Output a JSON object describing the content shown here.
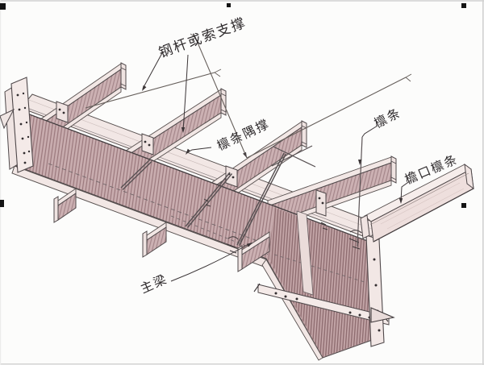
{
  "figure": {
    "type": "hand-drawn axonometric steel roof framing sketch",
    "labels": {
      "bracing": "钢杆或索支撑",
      "knee_brace": "檩条隅撑",
      "purlin": "檩条",
      "eave_purlin": "檐口檩条",
      "main_beam": "主梁"
    },
    "colors": {
      "paper": "#fcfcfb",
      "ink": "#2e2a2c",
      "outline": "#4f484a",
      "web_hatch_base": "#c9adaf",
      "web_hatch_stroke": "#9a787c",
      "deep_web_base": "#c2a4a6",
      "flange_pale": "#f2e7e5",
      "border_gray": "#cfcfcf"
    }
  }
}
